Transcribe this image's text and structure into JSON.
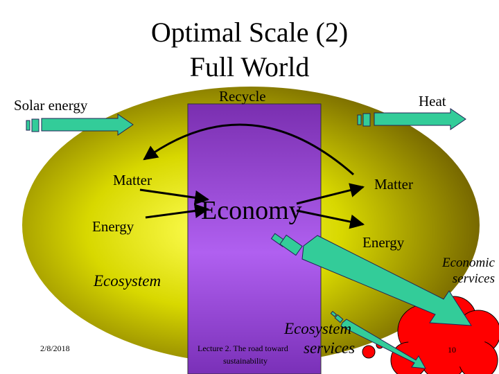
{
  "slide": {
    "title_line1": "Optimal Scale (2)",
    "title_line2": "Full World",
    "labels": {
      "solar_energy": "Solar energy",
      "recycle": "Recycle",
      "heat": "Heat",
      "matter_in": "Matter",
      "energy_in": "Energy",
      "economy": "Economy",
      "matter_out": "Matter",
      "energy_out": "Energy",
      "ecosystem": "Ecosystem",
      "economic_services": "Economic services",
      "ecosystem_services_line1": "Ecosystem",
      "ecosystem_services_line2": "services"
    },
    "footer": {
      "date": "2/8/2018",
      "lecture_line1": "Lecture 2. The road toward",
      "lecture_line2": "sustainability",
      "page": "10"
    }
  },
  "colors": {
    "ecosystem_fill": "#c8c800",
    "ecosystem_center": "#ffff66",
    "economy_box": "#9a3fd0",
    "arrow_teal": "#33cc99",
    "blob_red": "#ff0000"
  }
}
